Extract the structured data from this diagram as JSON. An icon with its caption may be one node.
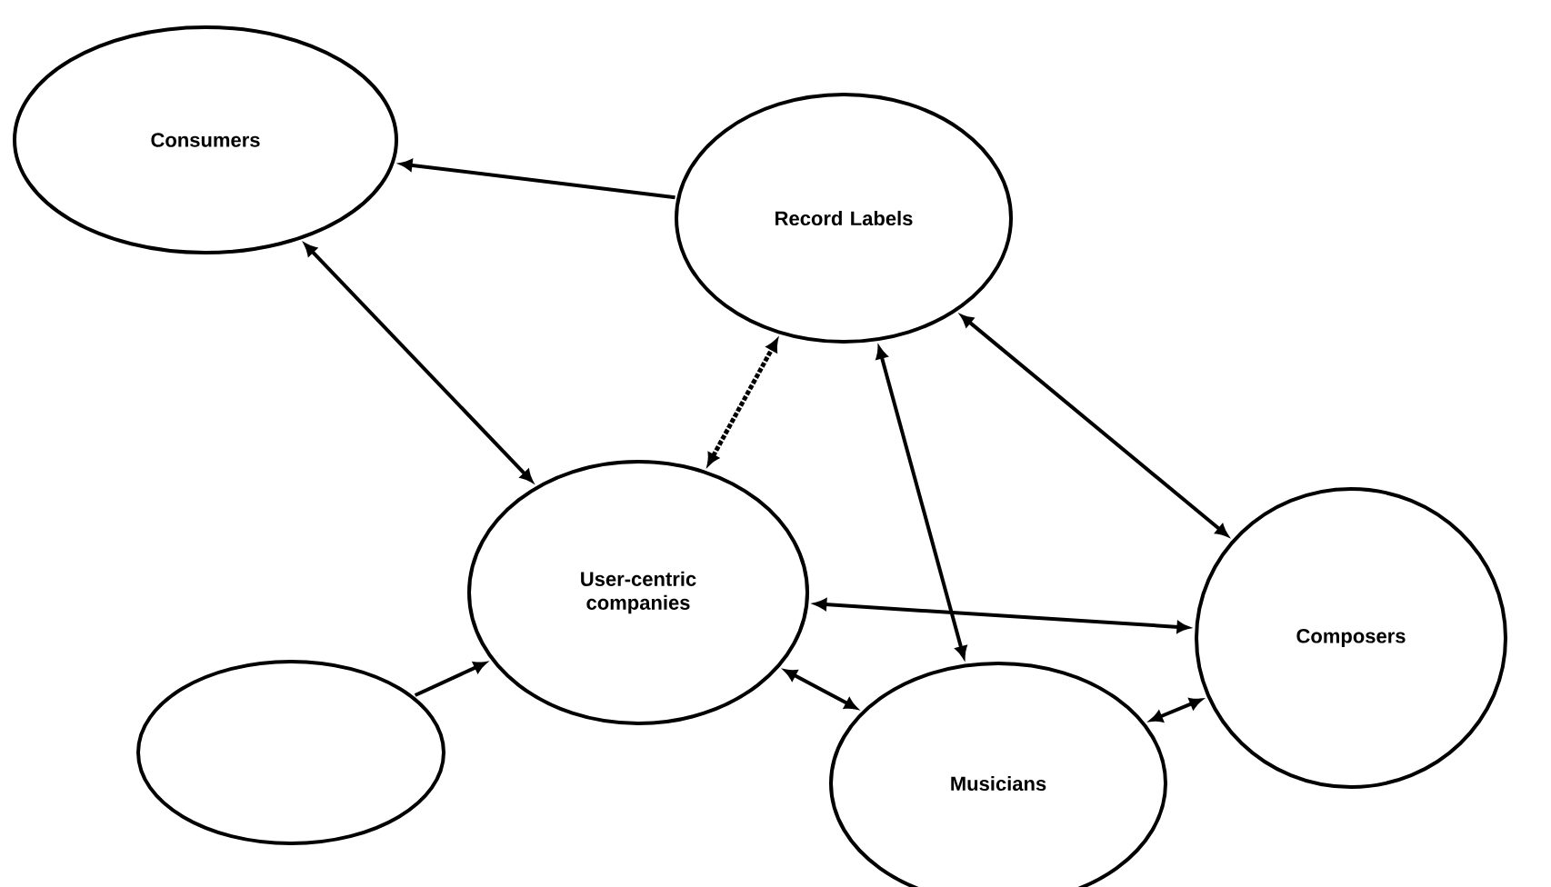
{
  "diagram": {
    "nodes": [
      {
        "text": [
          "Consumers"
        ]
      },
      {
        "text": [
          "Record Labels"
        ]
      },
      {
        "text": [
          "User-centric companies"
        ]
      },
      {
        "text": [
          "Composers"
        ]
      },
      {
        "text": [],
        "shape": "ellipse"
      },
      {
        "text": [
          "Musicians"
        ]
      }
    ],
    "edges": [
      {
        "from": 1,
        "to": 0,
        "arrow": "to"
      },
      {
        "from": 0,
        "to": 2,
        "arrow": "both"
      },
      {
        "from": 2,
        "to": 1,
        "arrow": "both",
        "style": "dashed"
      },
      {
        "from": 1,
        "to": 3,
        "arrow": "both"
      },
      {
        "from": 1,
        "to": 5,
        "arrow": "both"
      },
      {
        "from": 2,
        "to": 3,
        "arrow": "both"
      },
      {
        "from": 2,
        "to": 5,
        "arrow": "both"
      },
      {
        "from": 5,
        "to": 3,
        "arrow": "both"
      },
      {
        "from": 4,
        "to": 2,
        "arrow": "to"
      }
    ]
  }
}
